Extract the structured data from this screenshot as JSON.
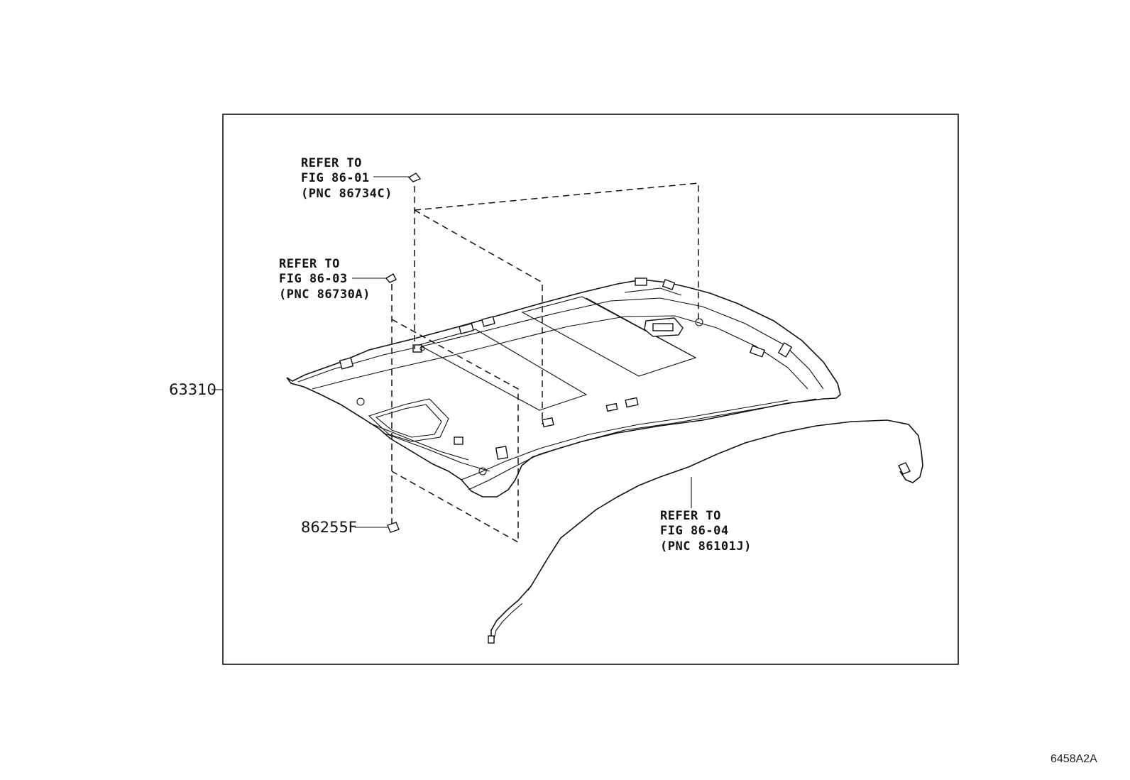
{
  "diagram": {
    "part_main": "63310",
    "part_clip": "86255F",
    "ref1": {
      "l1": "REFER TO",
      "l2": "FIG 86-01",
      "l3": "(PNC 86734C)"
    },
    "ref2": {
      "l1": "REFER TO",
      "l2": "FIG 86-03",
      "l3": "(PNC 86730A)"
    },
    "ref3": {
      "l1": "REFER TO",
      "l2": "FIG 86-04",
      "l3": "(PNC 86101J)"
    },
    "illustration_code": "6458A2A"
  }
}
